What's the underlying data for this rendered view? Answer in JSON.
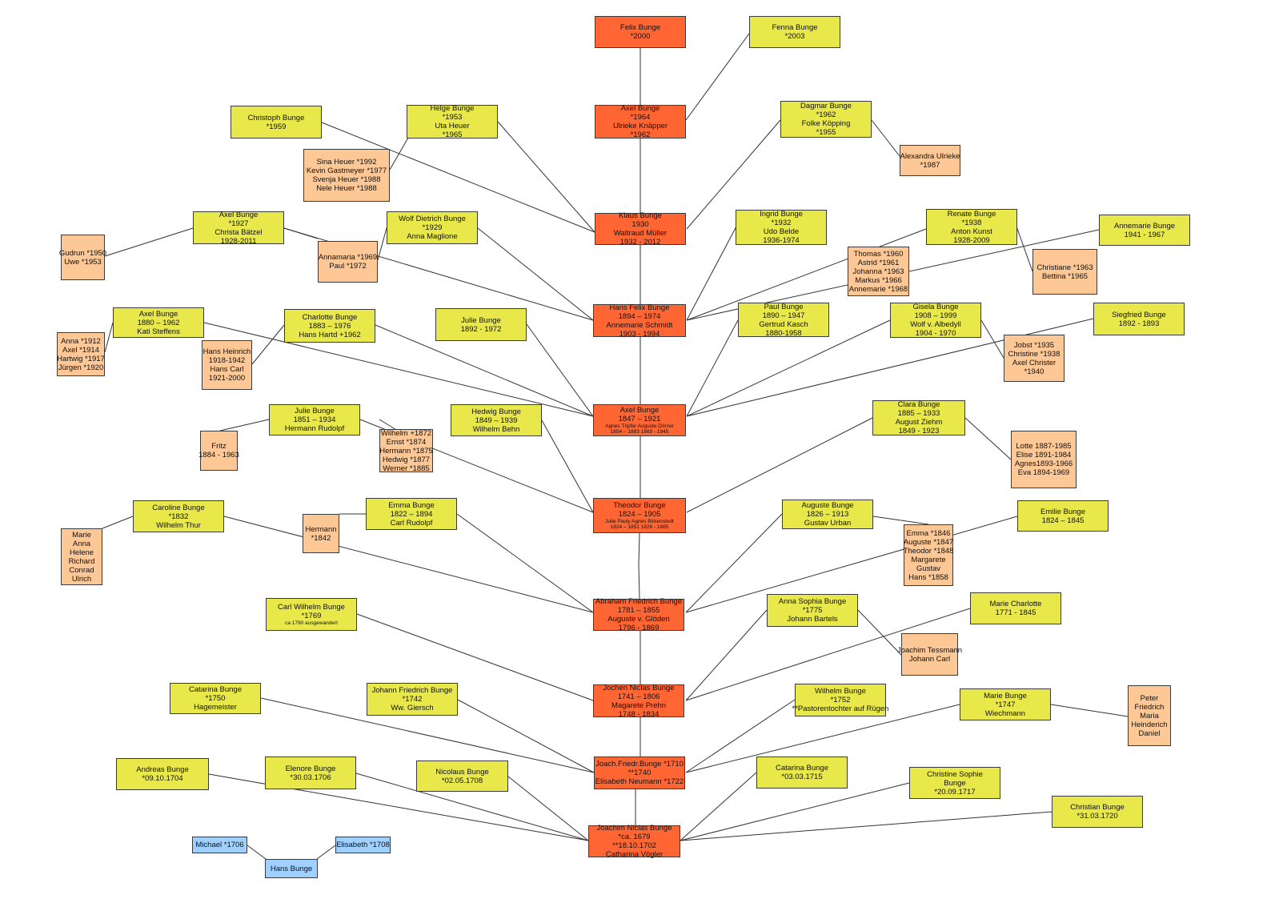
{
  "colors": {
    "main_line": "#ff6633",
    "sibling": "#e8e84a",
    "children": "#fdc896",
    "ancestors": "#9fd0ff",
    "connector": "#333333"
  },
  "nodes": {
    "n0": {
      "lines": [
        "Felix Bunge",
        "*2000"
      ]
    },
    "n1": {
      "lines": [
        "Fenna Bunge",
        "*2003"
      ]
    },
    "n2": {
      "lines": [
        "Axel Bunge",
        "*1964",
        "Ulrieke Knäpper",
        "*1962"
      ]
    },
    "n3": {
      "lines": [
        "Christoph Bunge",
        "*1959"
      ]
    },
    "n4": {
      "lines": [
        "Helge Bunge",
        "*1953",
        "Uta Heuer",
        "*1965"
      ]
    },
    "n5": {
      "lines": [
        "Dagmar Bunge",
        "*1962",
        "Folke Köpping",
        "*1955"
      ]
    },
    "n6": {
      "lines": [
        "Sina Heuer  *1992",
        "Kevin Gastmeyer *1977",
        "Svenja Heuer *1988",
        "Nele Heuer *1988"
      ]
    },
    "n7": {
      "lines": [
        "Alexandra Ulrieke",
        "*1987"
      ]
    },
    "n8": {
      "lines": [
        "Axel Bunge",
        "*1927",
        "Christa Bätzel",
        "1928-2011"
      ]
    },
    "n9": {
      "lines": [
        "Wolf Dietrich Bunge",
        "*1929",
        "Anna Maglione"
      ]
    },
    "n10": {
      "lines": [
        "Klaus Bunge",
        "1930",
        "Waltraud Müller",
        "1932 - 2012"
      ]
    },
    "n11": {
      "lines": [
        "Ingrid Bunge",
        "*1932",
        "Udo Belde",
        "1936-1974"
      ]
    },
    "n12": {
      "lines": [
        "Renate Bunge",
        "*1938",
        "Anton Kunst",
        "1928-2009"
      ]
    },
    "n13": {
      "lines": [
        "Annemarie Bunge",
        "1941 - 1967"
      ]
    },
    "n14": {
      "lines": [
        "Gudrun *1950",
        "Uwe *1953"
      ]
    },
    "n15": {
      "lines": [
        "Annamaria *1969",
        "Paul *1972"
      ]
    },
    "n16": {
      "lines": [
        "Thomas *1960",
        "Astrid *1961",
        "Johanna *1963",
        "Markus *1966",
        "Annemarie *1968"
      ]
    },
    "n17": {
      "lines": [
        "Christiane *1963",
        "Bettina *1965"
      ]
    },
    "n18": {
      "lines": [
        "Axel Bunge",
        "1880 – 1962",
        "Kati Steffens"
      ]
    },
    "n19": {
      "lines": [
        "Charlotte Bunge",
        "1883 – 1976",
        "Hans Hartd +1962"
      ]
    },
    "n20": {
      "lines": [
        "Julie Bunge",
        "1892 - 1972"
      ]
    },
    "n21": {
      "lines": [
        "Hans Felix Bunge",
        "1894 – 1974",
        "Annemarie Schmidt",
        "1903 - 1994"
      ]
    },
    "n22": {
      "lines": [
        "Paul Bunge",
        "1890 – 1947",
        "Gertrud Kasch",
        "1880-1958"
      ]
    },
    "n23": {
      "lines": [
        "Gisela Bunge",
        "1908 – 1999",
        "Wolf v. Albedyll",
        "1904 - 1970"
      ]
    },
    "n24": {
      "lines": [
        "Siegfried Bunge",
        "1892 - 1893"
      ]
    },
    "n25": {
      "lines": [
        "Anna *1912",
        "Axel *1914",
        "Hartwig *1917",
        "Jürgen *1920"
      ]
    },
    "n26": {
      "lines": [
        "Hans Heinrich",
        "1918-1942",
        "Hans Carl",
        "1921-2000"
      ]
    },
    "n27": {
      "lines": [
        "Jobst *1935",
        "Christine *1938",
        "Axel Christer",
        "*1940"
      ]
    },
    "n28": {
      "lines": [
        "Julie Bunge",
        "1851 – 1934",
        "Hermann Rudolpf"
      ]
    },
    "n29": {
      "lines": [
        "Hedwig Bunge",
        "1849 – 1939",
        "Wilhelm Behn"
      ]
    },
    "n30": {
      "lines": [
        "Axel Bunge",
        "1847 – 1921"
      ],
      "small": [
        "Agnes Töpfer   Auguste Dörzer",
        "1854 – 1883          1869 - 1945"
      ]
    },
    "n31": {
      "lines": [
        "Clara Bunge",
        "1885 – 1933",
        "August Ziehm",
        "1849 - 1923"
      ]
    },
    "n32": {
      "lines": [
        "Fritz",
        "1884 - 1963"
      ]
    },
    "n33": {
      "lines": [
        "Wilhelm +1872",
        "Ernst *1874",
        "Hermann *1875",
        "Hedwig *1877",
        "Werner *1885"
      ]
    },
    "n34": {
      "lines": [
        "Lotte 1887-1985",
        "Elise 1891-1984",
        "Agnes1893-1966",
        "Eva 1894-1969"
      ]
    },
    "n35": {
      "lines": [
        "Caroline Bunge",
        "*1832",
        "Wilhelm Thur"
      ]
    },
    "n36": {
      "lines": [
        "Emma Bunge",
        "1822 – 1894",
        "Carl Rudolpf"
      ]
    },
    "n37": {
      "lines": [
        "Theodor Bunge",
        "1824 – 1905"
      ],
      "small": [
        "Julie Pauly      Agnes Birkenstedt",
        "1824 – 1851              1826 - 1885"
      ]
    },
    "n38": {
      "lines": [
        "Auguste Bunge",
        "1826 – 1913",
        "Gustav Urban"
      ]
    },
    "n39": {
      "lines": [
        "Emilie Bunge",
        "1824 – 1845"
      ]
    },
    "n40": {
      "lines": [
        "Marie",
        "Anna",
        "Helene",
        "Richard",
        "Conrad",
        "Ulrich"
      ]
    },
    "n41": {
      "lines": [
        "Hermann",
        "*1842"
      ]
    },
    "n42": {
      "lines": [
        "Emma *1846",
        "Auguste *1847",
        "Theodor *1848",
        "Margarete",
        "Gustav",
        "Hans *1858"
      ]
    },
    "n43": {
      "lines": [
        "Carl Wilhelm Bunge",
        "*1769"
      ],
      "small": [
        "ca 1790 ausgewandert"
      ]
    },
    "n44": {
      "lines": [
        "Abraham Friedrich Bunge",
        "1781 – 1855",
        "Auguste v. Glöden",
        "1796 - 1869"
      ]
    },
    "n45": {
      "lines": [
        "Anna Sophia Bunge",
        "*1775",
        "Johann Bartels"
      ]
    },
    "n46": {
      "lines": [
        "Marie Charlotte",
        "1771 - 1845"
      ]
    },
    "n47": {
      "lines": [
        "Joachim Tessmann",
        "Johann Carl"
      ]
    },
    "n48": {
      "lines": [
        "Catarina Bunge",
        "*1750",
        "Hagemeister"
      ]
    },
    "n49": {
      "lines": [
        "Johann Friedrich Bunge",
        "*1742",
        "Ww. Giersch"
      ]
    },
    "n50": {
      "lines": [
        "Jochen Niclas Bunge",
        "1741 – 1806",
        "Magarete Prehn",
        "1748 - 1834"
      ]
    },
    "n51": {
      "lines": [
        "Wilhelm Bunge",
        "*1752",
        "**Pastorentochter auf Rügen"
      ]
    },
    "n52": {
      "lines": [
        "Marie Bunge",
        "*1747",
        "Wiechmann"
      ]
    },
    "n53": {
      "lines": [
        "Peter",
        "Friedrich",
        "Maria",
        "Heinderich",
        "Daniel"
      ]
    },
    "n54": {
      "lines": [
        "Andreas Bunge",
        "*09.10.1704"
      ]
    },
    "n55": {
      "lines": [
        "Elenore Bunge",
        "*30.03.1706"
      ]
    },
    "n56": {
      "lines": [
        "Nicolaus Bunge",
        "*02.05.1708"
      ]
    },
    "n57": {
      "lines": [
        "Joach.Friedr.Bunge *1710",
        "**1740",
        "Elisabeth Neumann *1722"
      ]
    },
    "n58": {
      "lines": [
        "Catarina Bunge",
        "*03.03.1715"
      ]
    },
    "n59": {
      "lines": [
        "Christine Sophie",
        "Bunge",
        "*20.09.1717"
      ]
    },
    "n60": {
      "lines": [
        "Christian Bunge",
        "*31.03.1720"
      ]
    },
    "n61": {
      "lines": [
        "Michael *1706"
      ]
    },
    "n62": {
      "lines": [
        "Elisabeth *1708"
      ]
    },
    "n63": {
      "lines": [
        "Hans Bunge"
      ]
    },
    "n64": {
      "lines": [
        "Joachim Niclas Bunge",
        "*ca. 1679",
        "**18.10.1702",
        "Catharina Vögler"
      ]
    }
  }
}
